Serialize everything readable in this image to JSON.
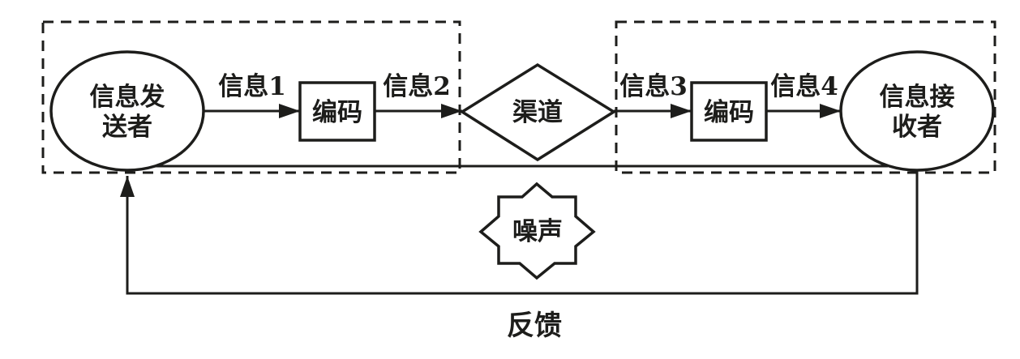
{
  "diagram": {
    "ink_color": "#1d1d1b",
    "background_color": "#ffffff",
    "sender": {
      "line1": "信息发",
      "line2": "送者"
    },
    "receiver": {
      "line1": "信息接",
      "line2": "收者"
    },
    "encoder_left": {
      "label": "编码"
    },
    "encoder_right": {
      "label": "编码"
    },
    "channel": {
      "label": "渠道"
    },
    "noise": {
      "label": "噪声"
    },
    "feedback": {
      "label": "反馈"
    },
    "messages": {
      "m1": "信息1",
      "m2": "信息2",
      "m3": "信息3",
      "m4": "信息4"
    }
  }
}
